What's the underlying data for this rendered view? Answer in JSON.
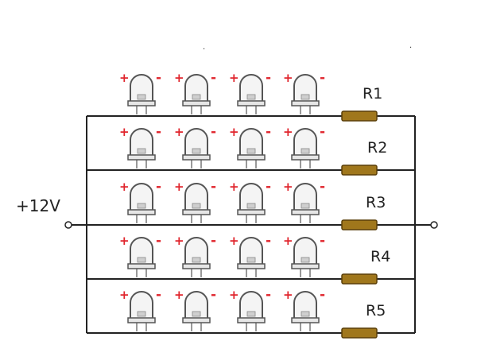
{
  "supply": {
    "label": "+12V"
  },
  "colors": {
    "wire": "#222222",
    "resistor_body": "#a0771c",
    "resistor_edge": "#5a3f08",
    "polarity": "#e0242c",
    "led_body": "#f4f4f4",
    "led_outline": "#555555"
  },
  "polarity": {
    "plus": "+",
    "minus": "-"
  },
  "rows": [
    {
      "resistor": "R1",
      "leds": 4
    },
    {
      "resistor": "R2",
      "leds": 4
    },
    {
      "resistor": "R3",
      "leds": 4
    },
    {
      "resistor": "R4",
      "leds": 4
    },
    {
      "resistor": "R5",
      "leds": 4
    }
  ]
}
